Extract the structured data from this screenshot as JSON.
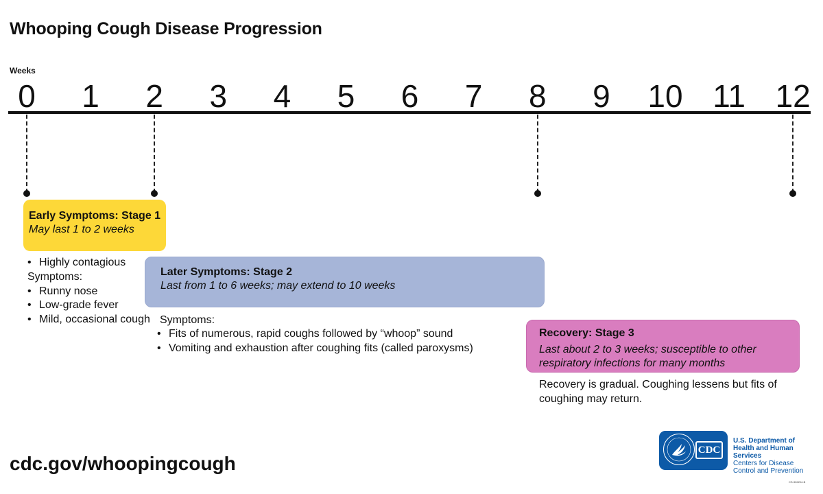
{
  "title": "Whooping Cough Disease Progression",
  "axis": {
    "label": "Weeks",
    "ticks": [
      "0",
      "1",
      "2",
      "3",
      "4",
      "5",
      "6",
      "7",
      "8",
      "9",
      "10",
      "11",
      "12"
    ]
  },
  "markers_weeks": [
    0,
    2,
    8,
    12
  ],
  "colors": {
    "stage1": "#fdd838",
    "stage2": "#a6b5d8",
    "stage3": "#d97dbf",
    "cdc_blue": "#0d5aa7"
  },
  "stage1": {
    "title": "Early Symptoms: Stage 1",
    "subtitle": "May last 1 to 2 weeks",
    "contagious": "Highly contagious",
    "symptoms_label": "Symptoms:",
    "symptoms": [
      "Runny nose",
      "Low-grade fever",
      "Mild, occasional cough"
    ]
  },
  "stage2": {
    "title": "Later Symptoms: Stage 2",
    "subtitle": "Last from 1 to 6 weeks; may extend to 10 weeks",
    "symptoms_label": "Symptoms:",
    "symptoms": [
      "Fits of numerous, rapid coughs followed by “whoop” sound",
      "Vomiting and exhaustion after coughing fits (called paroxysms)"
    ]
  },
  "stage3": {
    "title": "Recovery: Stage 3",
    "subtitle_line1": "Last about 2 to 3 weeks; susceptible to other",
    "subtitle_line2": "respiratory infections for many months",
    "note_line1": "Recovery is gradual. Coughing lessens but fits of",
    "note_line2": "coughing may return."
  },
  "footer": {
    "url": "cdc.gov/whoopingcough",
    "cdc_logo_text": "CDC",
    "dept_line1": "U.S. Department of",
    "dept_line2": "Health and Human Services",
    "dept_line3": "Centers for Disease",
    "dept_line4": "Control and Prevention",
    "code": "CS-326204-B"
  }
}
